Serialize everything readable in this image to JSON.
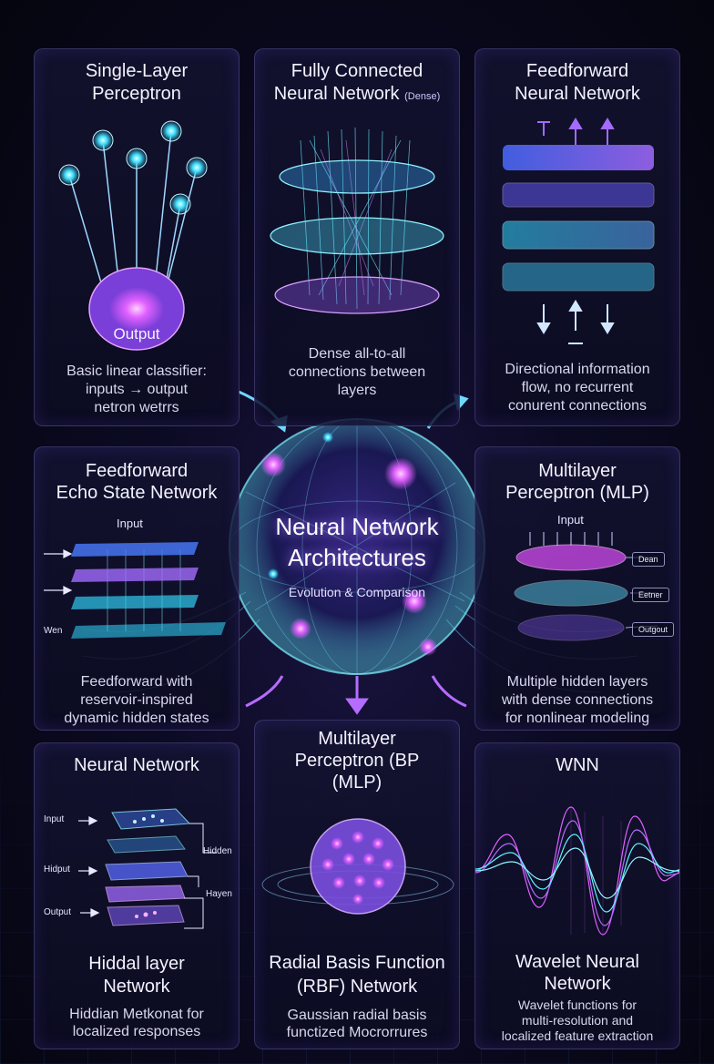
{
  "center": {
    "title_line1": "Neural Network",
    "title_line2": "Architectures",
    "subtitle": "Evolution & Comparison"
  },
  "panels": {
    "slp": {
      "title_line1": "Single-Layer",
      "title_line2": "Perceptron",
      "output_label": "Output",
      "desc_line1": "Basic linear classifier:",
      "desc_line2": "inputs → output",
      "desc_line3": "netron wetrrs"
    },
    "fcn": {
      "title_line1": "Fully Connected",
      "title_line2": "Neural Network",
      "title_small": "(Dense)",
      "desc_line1": "Dense all-to-all",
      "desc_line2": "connections between",
      "desc_line3": "layers"
    },
    "ffn": {
      "title_line1": "Feedforward",
      "title_line2": "Neural Network",
      "desc_line1": "Directional information",
      "desc_line2": "flow, no recurrent",
      "desc_line3": "conurent connections"
    },
    "esn": {
      "title_line1": "Feedforward",
      "title_line2": "Echo State Network",
      "input_label": "Input",
      "side_label": "Wen",
      "desc_line1": "Feedforward with",
      "desc_line2": "reservoir-inspired",
      "desc_line3": "dynamic hidden states"
    },
    "mlp": {
      "title_line1": "Multilayer",
      "title_line2": "Perceptron (MLP)",
      "input_label": "Input",
      "tag1": "Dean",
      "tag2": "Eetner",
      "tag3": "Outgout",
      "desc_line1": "Multiple hidden layers",
      "desc_line2": "with dense connections",
      "desc_line3": "for nonlinear modeling"
    },
    "hln": {
      "title_top": "Neural Network",
      "label_input": "Input",
      "label_hidput": "Hidput",
      "label_output": "Output",
      "label_hidden": "Hidden",
      "label_layer": "Hayen",
      "title_line1": "Hiddal layer",
      "title_line2": "Network",
      "desc_line1": "Hiddian Metkonat for",
      "desc_line2": "localized responses"
    },
    "rbf": {
      "title_top_line1": "Multilayer",
      "title_top_line2": "Perceptron (BP",
      "title_top_line3": "(MLP)",
      "title_line1": "Radial Basis Function",
      "title_line2": "(RBF) Network",
      "desc_line1": "Gaussian radial basis",
      "desc_line2": "functized Mocrorrures"
    },
    "wnn": {
      "title_top": "WNN",
      "title_line1": "Wavelet Neural",
      "title_line2": "Network",
      "desc_line1": "Wavelet functions for",
      "desc_line2": "multi-resolution and",
      "desc_line3": "localized feature extraction"
    }
  },
  "colors": {
    "accent_cyan": "#5ff2ff",
    "accent_violet": "#b56cff",
    "accent_magenta": "#ff5fe0",
    "accent_blue": "#6f8bff"
  }
}
